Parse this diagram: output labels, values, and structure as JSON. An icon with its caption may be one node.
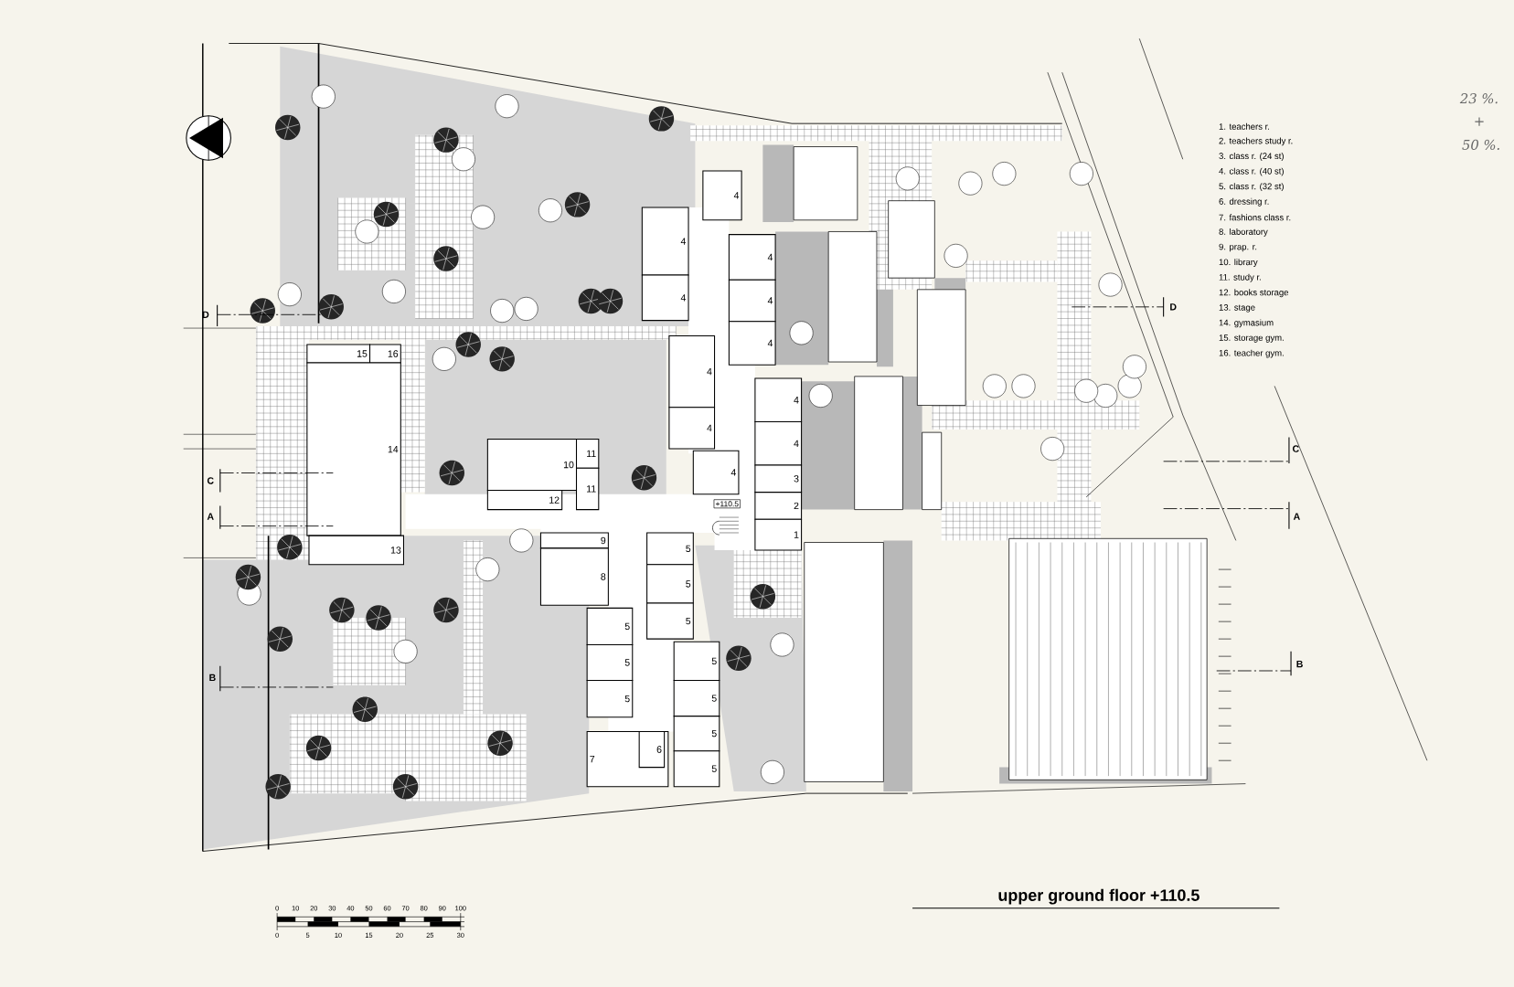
{
  "diagram": {
    "title": "upper ground floor +110.5",
    "nodes": [
      {
        "text": [
          "4"
        ]
      },
      {
        "text": [
          "4"
        ]
      },
      {
        "text": [
          "4"
        ]
      },
      {
        "text": [
          "4"
        ]
      },
      {
        "text": [
          "4"
        ]
      },
      {
        "text": [
          "15"
        ]
      },
      {
        "text": [
          "16"
        ]
      },
      {
        "text": [
          "4"
        ]
      },
      {
        "text": [
          "4"
        ]
      },
      {
        "text": [
          "4"
        ]
      },
      {
        "text": [
          "4"
        ]
      },
      {
        "text": [
          "4"
        ]
      },
      {
        "text": [
          "10"
        ]
      },
      {
        "text": [
          "11"
        ]
      },
      {
        "text": [
          "14"
        ]
      },
      {
        "text": [
          "4"
        ]
      },
      {
        "text": [
          "3"
        ]
      },
      {
        "text": [
          "11"
        ]
      },
      {
        "text": [
          "12"
        ]
      },
      {
        "text": [
          "2"
        ]
      },
      {
        "text": [
          "1"
        ]
      },
      {
        "text": [
          "9"
        ]
      },
      {
        "text": [
          "13"
        ]
      },
      {
        "text": [
          "5"
        ]
      },
      {
        "text": [
          "8"
        ]
      },
      {
        "text": [
          "5"
        ]
      },
      {
        "text": [
          "5"
        ]
      },
      {
        "text": [
          "5"
        ]
      },
      {
        "text": [
          "5"
        ]
      },
      {
        "text": [
          "5"
        ]
      },
      {
        "text": [
          "5"
        ]
      },
      {
        "text": [
          "5"
        ]
      },
      {
        "text": [
          "5"
        ]
      },
      {
        "text": [
          "7"
        ]
      },
      {
        "text": [
          "6"
        ],
        "in": 33
      },
      {
        "text": [
          "5"
        ]
      },
      {
        "text": [],
        "shape": "box"
      },
      {
        "text": [],
        "shape": "box"
      },
      {
        "text": [],
        "shape": "box"
      },
      {
        "text": [],
        "shape": "box"
      },
      {
        "text": [],
        "shape": "box"
      },
      {
        "text": [],
        "shape": "box"
      },
      {
        "text": [],
        "shape": "box"
      }
    ],
    "labels": [
      "1. teachers r.",
      "2. teachers study r.",
      "3. class r. (24 st)",
      "4. class r. (40 st)",
      "5. class r. (32 st)",
      "6. dressing r.",
      "7. fashions class r.",
      "8. laboratory",
      "9. prap. r.",
      "10. library",
      "11. study r.",
      "12. books storage",
      "13. stage",
      "14. gymasium",
      "15. storage gym.",
      "16. teacher gym.",
      "23 %.",
      "+",
      "50 %.",
      "D",
      "D",
      "C",
      "C",
      "A",
      "A",
      "B",
      "B",
      "+110.5",
      "0",
      "10",
      "20",
      "30",
      "40",
      "50",
      "60",
      "70",
      "80",
      "90",
      "100",
      "0",
      "5",
      "10",
      "15",
      "20",
      "25",
      "30"
    ]
  }
}
